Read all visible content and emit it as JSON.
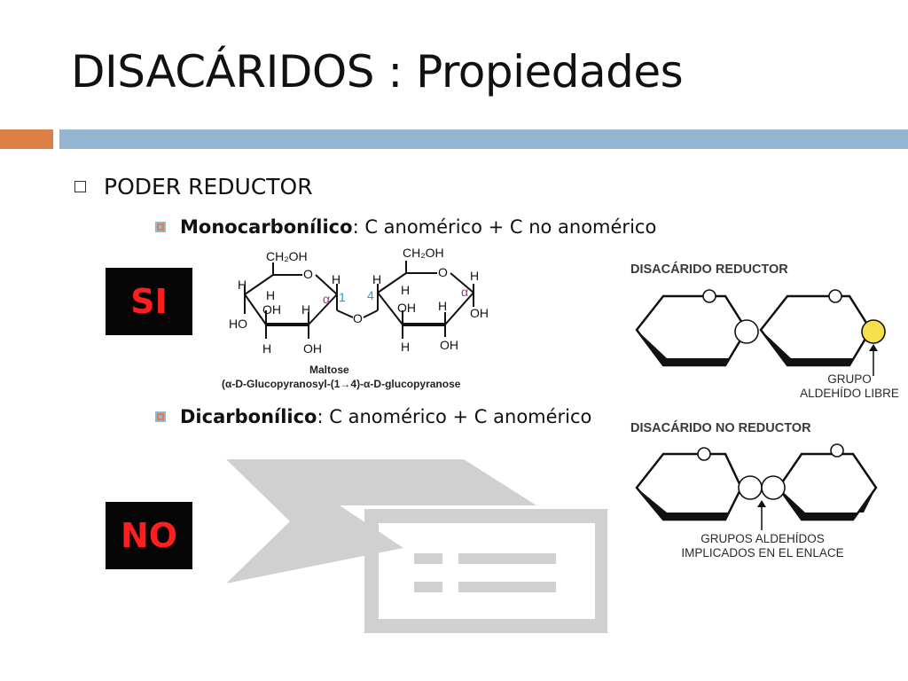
{
  "title": "DISACÁRIDOS : Propiedades",
  "section": {
    "label": "PODER REDUCTOR"
  },
  "bullets": [
    {
      "term": "Monocarbonílico",
      "rest": ": C anomérico + C no anomérico"
    },
    {
      "term": "Dicarbonílico",
      "rest": ": C anomérico + C anomérico"
    }
  ],
  "badges": {
    "yes": "SI",
    "no": "NO"
  },
  "maltose": {
    "name": "Maltose",
    "systematic": "(α-D-Glucopyranosyl-(1→4)-α-D-glucopyranose",
    "labels": {
      "ch2oh": "CH₂OH",
      "o": "O",
      "h": "H",
      "oh": "OH",
      "ho": "HO",
      "alpha": "α",
      "c1": "1",
      "c4": "4"
    }
  },
  "reducing": {
    "title": "DISACÁRIDO REDUCTOR",
    "note": [
      "GRUPO",
      "ALDEHÍDO LIBRE"
    ]
  },
  "nonreducing": {
    "title": "DISACÁRIDO NO REDUCTOR",
    "note": [
      "GRUPOS ALDEHÍDOS",
      "IMPLICADOS EN EL ENLACE"
    ]
  },
  "colors": {
    "accent": "#dd8047",
    "bar": "#94b6d2",
    "badge_bg": "#050505",
    "badge_text": "#ff1e1e",
    "free_aldehyde": "#f5e04c",
    "alpha_label": "#a0308a",
    "carbon_number": "#1e9ed6"
  }
}
